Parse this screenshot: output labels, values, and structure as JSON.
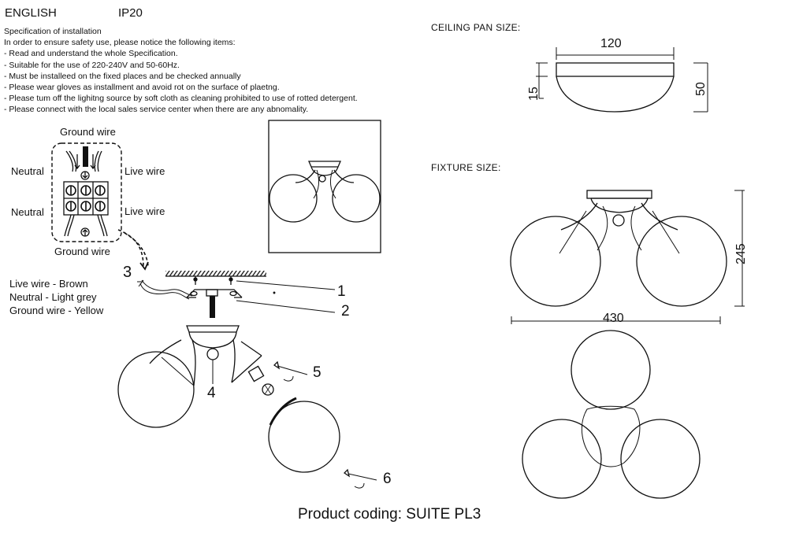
{
  "header": {
    "language": "ENGLISH",
    "rating": "IP20"
  },
  "specification": {
    "title": "Specification of installation",
    "lines": [
      "In order to ensure safety use, please notice the following items:",
      "- Read and understand the whole Specification.",
      "- Suitable for the use of 220-240V and 50-60Hz.",
      "- Must be installeed on the fixed places and be checked annually",
      "- Please wear gloves as installment and avoid rot on the surface of plaetng.",
      "- Please tum off the lighitng source by soft cloth as cleaning prohibited to use of rotted detergent.",
      "- Please connect with the local sales service center when there are any abnomality."
    ]
  },
  "wiring": {
    "ground_top": "Ground wire",
    "neutral_1": "Neutral",
    "live_1": "Live wire",
    "neutral_2": "Neutral",
    "live_2": "Live wire",
    "ground_bottom": "Ground wire"
  },
  "wire_colors": [
    "Live wire - Brown",
    "Neutral - Light grey",
    "Ground wire - Yellow"
  ],
  "steps": {
    "s1": "1",
    "s2": "2",
    "s3": "3",
    "s4": "4",
    "s5": "5",
    "s6": "6"
  },
  "ceiling_pan": {
    "label": "CEILING PAN SIZE:",
    "width": "120",
    "height_left": "15",
    "height_right": "50"
  },
  "fixture": {
    "label": "FIXTURE SIZE:",
    "height": "245",
    "width": "430"
  },
  "product_coding": "Product coding: SUITE PL3"
}
